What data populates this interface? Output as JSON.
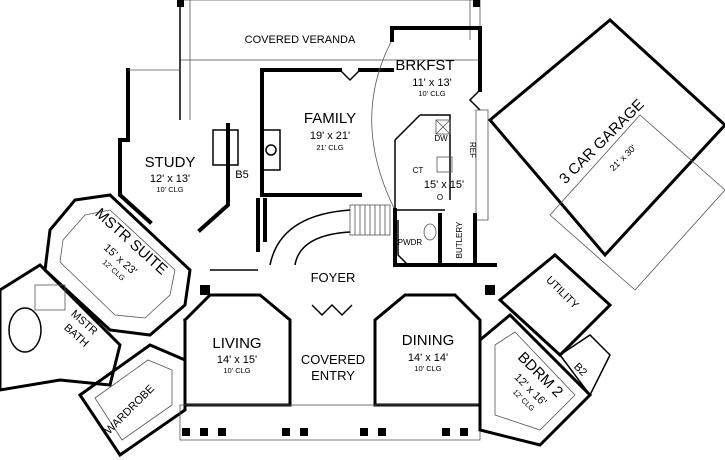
{
  "plan": {
    "rooms": {
      "veranda": {
        "name": "COVERED VERANDA"
      },
      "brkfst": {
        "name": "BRKFST",
        "size": "11' x 13'",
        "ceiling": "10' CLG"
      },
      "family": {
        "name": "FAMILY",
        "size": "19' x 21'",
        "ceiling": "21' CLG"
      },
      "study": {
        "name": "STUDY",
        "size": "12' x 13'",
        "ceiling": "10' CLG"
      },
      "b5": {
        "name": "B5"
      },
      "mstr_suite": {
        "name": "MSTR SUITE",
        "size": "15' x 23'",
        "ceiling": "12' CLG"
      },
      "garage": {
        "name": "3 CAR GARAGE",
        "size": "21' x 30'"
      },
      "kitchen": {
        "size": "15' x 15'",
        "dw": "DW",
        "ref": "REF",
        "ct": "CT",
        "o": "O"
      },
      "pwdr": {
        "name": "PWDR"
      },
      "butlery": {
        "name": "BUTLERY"
      },
      "foyer": {
        "name": "FOYER"
      },
      "utility": {
        "name": "UTILITY"
      },
      "mstr_bath": {
        "name1": "MSTR",
        "name2": "BATH"
      },
      "wardrobe": {
        "name": "WARDROBE"
      },
      "living": {
        "name": "LIVING",
        "size": "14' x 15'",
        "ceiling": "10' CLG"
      },
      "entry": {
        "name1": "COVERED",
        "name2": "ENTRY"
      },
      "dining": {
        "name": "DINING",
        "size": "14' x 14'",
        "ceiling": "10' CLG"
      },
      "bdrm2": {
        "name": "BDRM 2",
        "size": "12' x 16'",
        "ceiling": "12' CLG"
      },
      "b2": {
        "name": "B2"
      }
    }
  }
}
